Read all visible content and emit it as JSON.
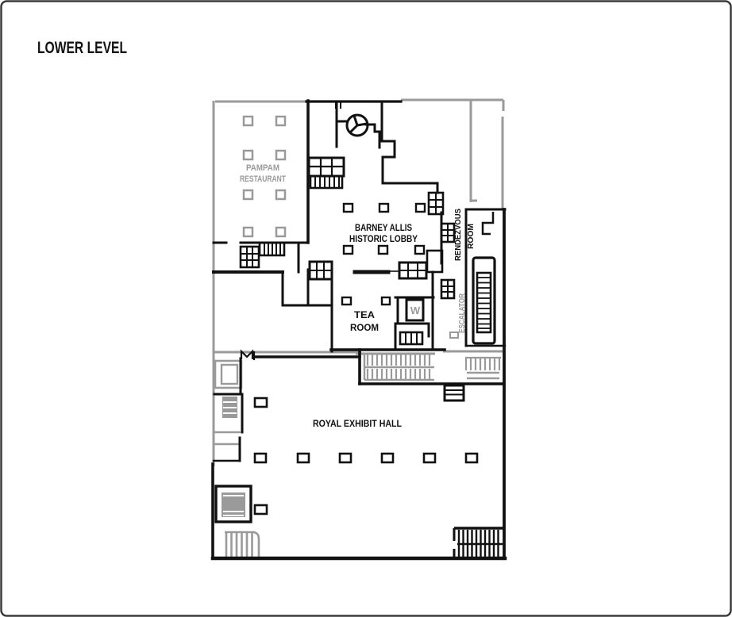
{
  "page": {
    "title": "LOWER LEVEL"
  },
  "colors": {
    "wall_black": "#111111",
    "wall_gray": "#9a9a9a",
    "background": "#ffffff",
    "border": "#3a3a3a"
  },
  "rooms": {
    "pampam": {
      "line1": "PAMPAM",
      "line2": "RESTAURANT"
    },
    "lobby": {
      "line1": "BARNEY ALLIS",
      "line2": "HISTORIC LOBBY"
    },
    "tea_room": {
      "line1": "TEA",
      "line2": "ROOM"
    },
    "rendezvous": {
      "line1": "RENDEZVOUS",
      "line2": "ROOM"
    },
    "escalator": {
      "label": "ESCALATOR"
    },
    "womens_room": {
      "label": "W"
    },
    "exhibit_hall": {
      "label": "ROYAL EXHIBIT HALL"
    }
  }
}
